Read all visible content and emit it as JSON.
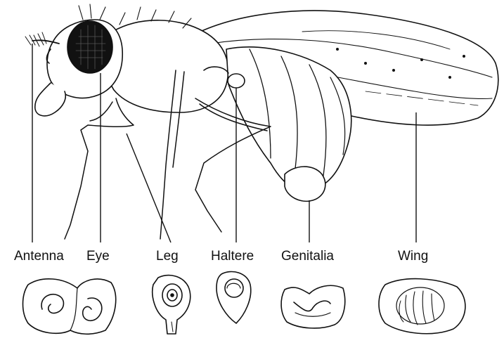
{
  "diagram": {
    "labels": {
      "antenna": "Antenna",
      "eye": "Eye",
      "leg": "Leg",
      "haltere": "Haltere",
      "genitalia": "Genitalia",
      "wing": "Wing"
    },
    "style": {
      "ink": "#111111",
      "background": "#ffffff",
      "eye_fill": "#111111"
    }
  }
}
